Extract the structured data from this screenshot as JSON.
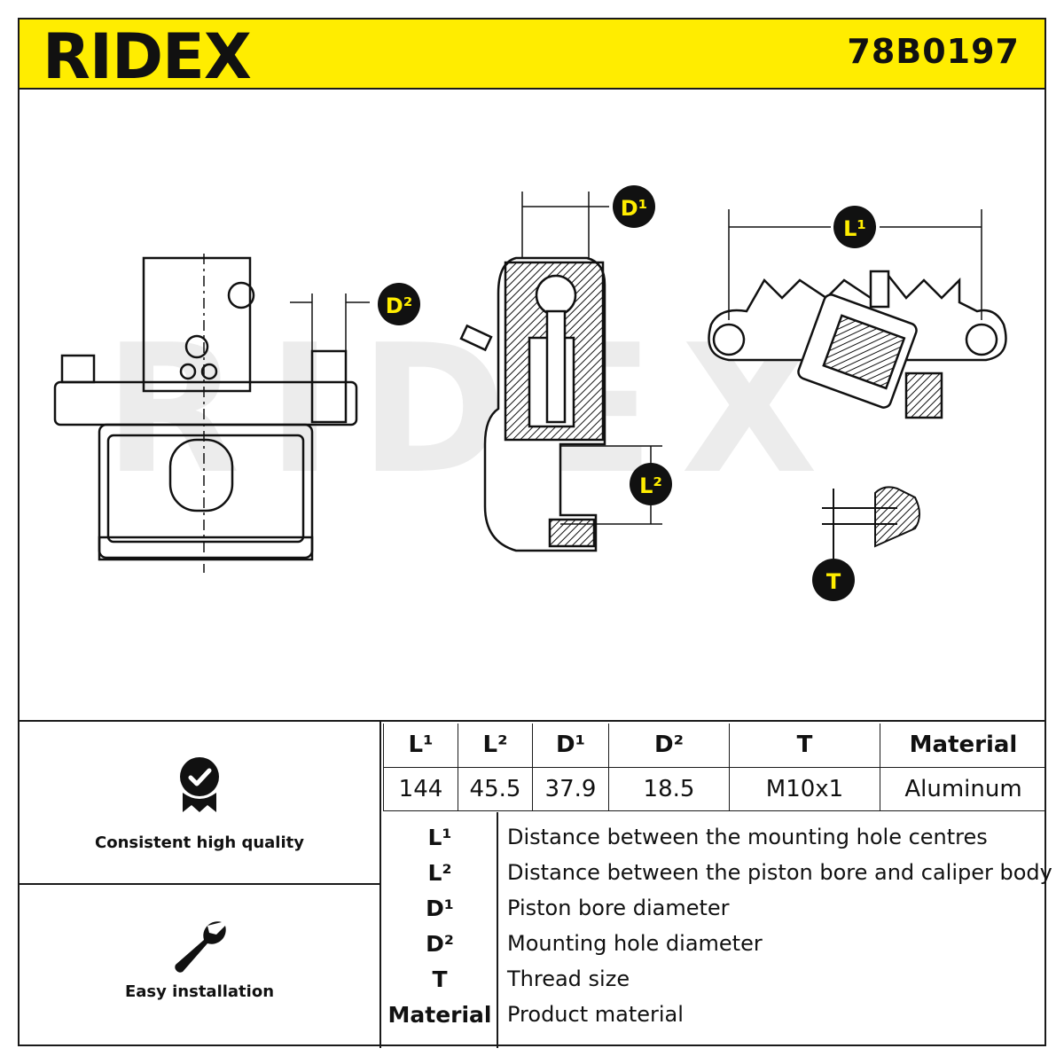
{
  "header": {
    "brand": "RIDEX",
    "part_number": "78B0197",
    "accent_color": "#ffed00"
  },
  "drawing": {
    "watermark": "RIDEX",
    "labels": {
      "d1": "D¹",
      "d2": "D²",
      "l1": "L¹",
      "l2": "L²",
      "t": "T"
    }
  },
  "features": [
    {
      "icon": "quality-badge-icon",
      "label": "Consistent high quality"
    },
    {
      "icon": "wrench-icon",
      "label": "Easy installation"
    }
  ],
  "specs": {
    "headers": [
      "L¹",
      "L²",
      "D¹",
      "D²",
      "T",
      "Material"
    ],
    "values": [
      "144",
      "45.5",
      "37.9",
      "18.5",
      "M10x1",
      "Aluminum"
    ]
  },
  "legend": [
    {
      "key": "L¹",
      "text": "Distance between the mounting hole centres"
    },
    {
      "key": "L²",
      "text": "Distance between the piston bore and caliper body"
    },
    {
      "key": "D¹",
      "text": "Piston bore diameter"
    },
    {
      "key": "D²",
      "text": "Mounting hole diameter"
    },
    {
      "key": "T",
      "text": "Thread size"
    },
    {
      "key": "Material",
      "text": "Product material"
    }
  ]
}
